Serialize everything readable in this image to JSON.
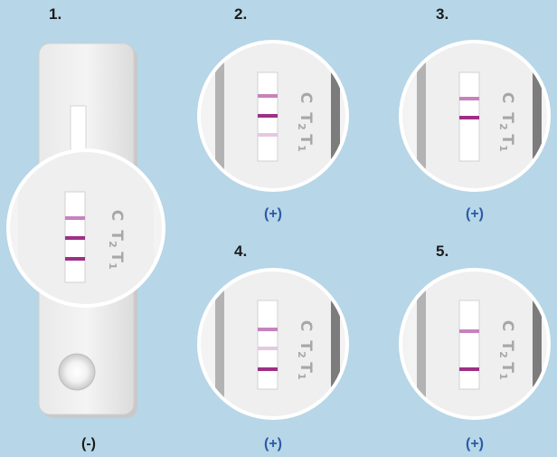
{
  "tests": [
    {
      "number": "1.",
      "result": "(-)",
      "result_color": "#1b1b1b"
    },
    {
      "number": "2.",
      "result": "(+)",
      "result_color": "#2d5aa8"
    },
    {
      "number": "3.",
      "result": "(+)",
      "result_color": "#2d5aa8"
    },
    {
      "number": "4.",
      "result": "(+)",
      "result_color": "#2d5aa8"
    },
    {
      "number": "5.",
      "result": "(+)",
      "result_color": "#2d5aa8"
    }
  ],
  "strip_labels": {
    "c": "C",
    "t2": "T",
    "t2_sub": "2",
    "t1": "T",
    "t1_sub": "1"
  },
  "colors": {
    "background": "#b7d6e7",
    "line_strong": "#9e2f86",
    "line_medium": "#c782bd",
    "line_faint": "#e6c8e1",
    "label_gray": "#a7a7a7"
  }
}
